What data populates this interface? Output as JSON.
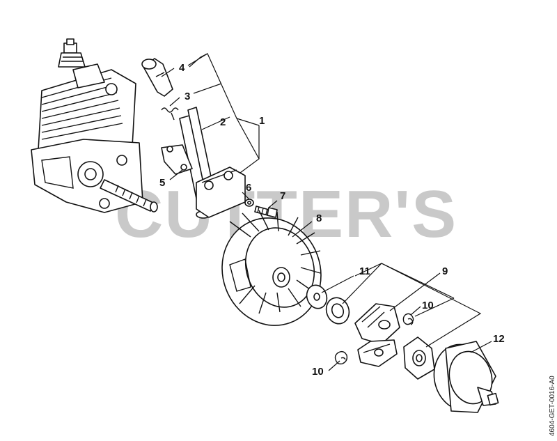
{
  "watermark": "CUTTER'S",
  "reference_code": "4604-GET-0016-A0",
  "callouts": {
    "c1": "1",
    "c2": "2",
    "c3": "3",
    "c4": "4",
    "c5": "5",
    "c6": "6",
    "c7": "7",
    "c8": "8",
    "c9": "9",
    "c10a": "10",
    "c10b": "10",
    "c11": "11",
    "c12": "12"
  }
}
